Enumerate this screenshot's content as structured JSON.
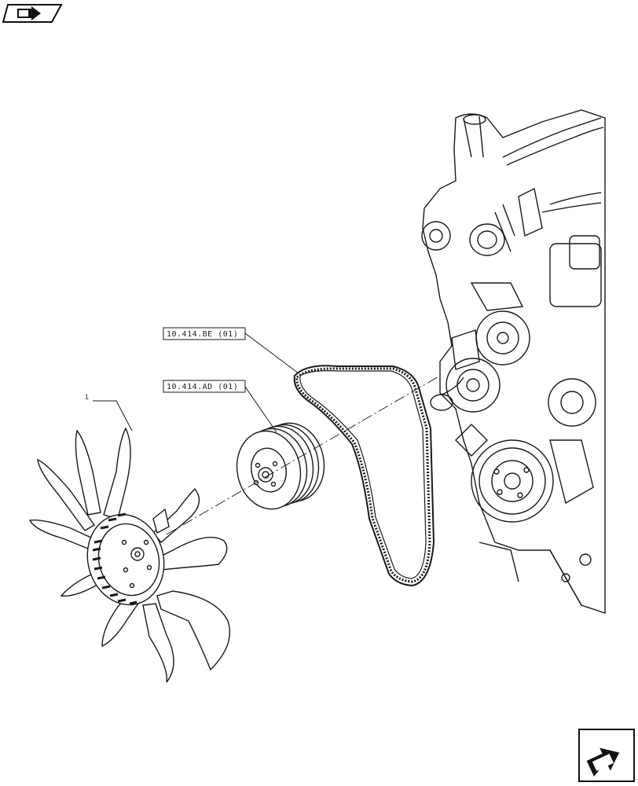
{
  "callouts": {
    "belt_ref": "10.414.BE (01)",
    "pulley_ref": "10.414.AD (01)",
    "fan_item": "1"
  },
  "icons": {
    "top_left": "book-arrow-icon",
    "bottom_right": "next-page-arrow-icon"
  },
  "colors": {
    "line": "#1a1a1a",
    "background": "#ffffff"
  }
}
